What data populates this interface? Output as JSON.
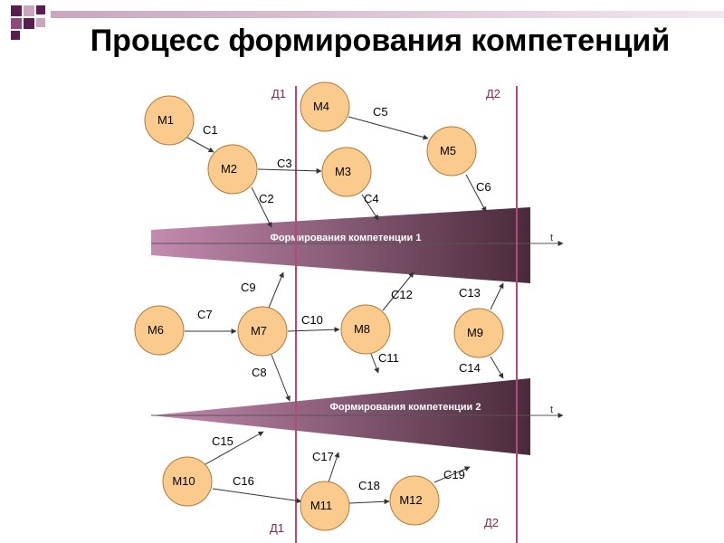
{
  "title": "Процесс формирования компетенций",
  "colors": {
    "node_fill": "#FBCB8E",
    "node_stroke": "#B07A3A",
    "boundary": "#B04A7A",
    "wedge_start": "#C48BB0",
    "wedge_end": "#4A2A3A",
    "arrow": "#333333",
    "square_dark": "#5A1E4E",
    "square_mid": "#8E4A7C",
    "square_light": "#C9A6BE"
  },
  "boundaries": [
    {
      "id": "d1",
      "top_label": "Д1",
      "bottom_label": "Д1"
    },
    {
      "id": "d2",
      "top_label": "Д2",
      "bottom_label": "Д2"
    }
  ],
  "competencies": [
    {
      "label": "Формирования компетенции 1",
      "axis_label": "t"
    },
    {
      "label": "Формирования компетенции 2",
      "axis_label": "t"
    }
  ],
  "modules": [
    {
      "id": "M1",
      "label": "M1"
    },
    {
      "id": "M2",
      "label": "M2"
    },
    {
      "id": "M3",
      "label": "M3"
    },
    {
      "id": "M4",
      "label": "M4"
    },
    {
      "id": "M5",
      "label": "M5"
    },
    {
      "id": "M6",
      "label": "M6"
    },
    {
      "id": "M7",
      "label": "M7"
    },
    {
      "id": "M8",
      "label": "M8"
    },
    {
      "id": "M9",
      "label": "M9"
    },
    {
      "id": "M10",
      "label": "M10"
    },
    {
      "id": "M11",
      "label": "M11"
    },
    {
      "id": "M12",
      "label": "M12"
    }
  ],
  "connections": [
    {
      "id": "C1",
      "label": "C1",
      "from": "M1",
      "to": "M2"
    },
    {
      "id": "C2",
      "label": "C2",
      "from": "M2",
      "to": "competency-1"
    },
    {
      "id": "C3",
      "label": "C3",
      "from": "M2",
      "to": "M3"
    },
    {
      "id": "C4",
      "label": "C4",
      "from": "M3",
      "to": "competency-1"
    },
    {
      "id": "C5",
      "label": "C5",
      "from": "M4",
      "to": "M5"
    },
    {
      "id": "C6",
      "label": "C6",
      "from": "M5",
      "to": "competency-1"
    },
    {
      "id": "C7",
      "label": "C7",
      "from": "M6",
      "to": "M7"
    },
    {
      "id": "C8",
      "label": "C8",
      "from": "M7",
      "to": "competency-2"
    },
    {
      "id": "C9",
      "label": "C9",
      "from": "M7",
      "to": "competency-1"
    },
    {
      "id": "C10",
      "label": "C10",
      "from": "M7",
      "to": "M8"
    },
    {
      "id": "C11",
      "label": "C11",
      "from": "M8",
      "to": "competency-2"
    },
    {
      "id": "C12",
      "label": "C12",
      "from": "M8",
      "to": "competency-1"
    },
    {
      "id": "C13",
      "label": "C13",
      "from": "M9",
      "to": "competency-1"
    },
    {
      "id": "C14",
      "label": "C14",
      "from": "M9",
      "to": "competency-2"
    },
    {
      "id": "C15",
      "label": "C15",
      "from": "M10",
      "to": "competency-2"
    },
    {
      "id": "C16",
      "label": "C16",
      "from": "M10",
      "to": "M11"
    },
    {
      "id": "C17",
      "label": "C17",
      "from": "M11",
      "to": "competency-2"
    },
    {
      "id": "C18",
      "label": "C18",
      "from": "M11",
      "to": "M12"
    },
    {
      "id": "C19",
      "label": "C19",
      "from": "M12",
      "to": "competency-2"
    }
  ]
}
